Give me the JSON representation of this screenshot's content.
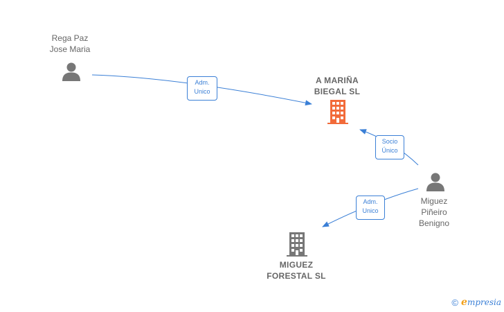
{
  "nodes": {
    "rega": {
      "line1": "Rega Paz",
      "line2": "Jose Maria",
      "kind": "person",
      "icon": "person-icon"
    },
    "amarina": {
      "line1": "A MARIÑA",
      "line2": "BIEGAL  SL",
      "kind": "company",
      "icon": "building-icon",
      "color": "#f26b3a"
    },
    "miguez_person": {
      "line1": "Miguez",
      "line2": "Piñeiro",
      "line3": "Benigno",
      "kind": "person",
      "icon": "person-icon"
    },
    "miguez_forestal": {
      "line1": "MIGUEZ",
      "line2": "FORESTAL  SL",
      "kind": "company",
      "icon": "building-icon",
      "color": "#777777"
    }
  },
  "edges": [
    {
      "id": "rega-to-amarina",
      "from": "rega",
      "to": "amarina",
      "line1": "Adm.",
      "line2": "Unico"
    },
    {
      "id": "miguez-to-amarina",
      "from": "miguez_person",
      "to": "amarina",
      "line1": "Socio",
      "line2": "Único"
    },
    {
      "id": "miguez-to-forestal",
      "from": "miguez_person",
      "to": "miguez_forestal",
      "line1": "Adm.",
      "line2": "Unico"
    }
  ],
  "colors": {
    "edge": "#3a7fd6",
    "person": "#777777",
    "text": "#666666"
  },
  "footer": {
    "copyright": "©",
    "brand_initial": "e",
    "brand_rest": "mpresia"
  }
}
